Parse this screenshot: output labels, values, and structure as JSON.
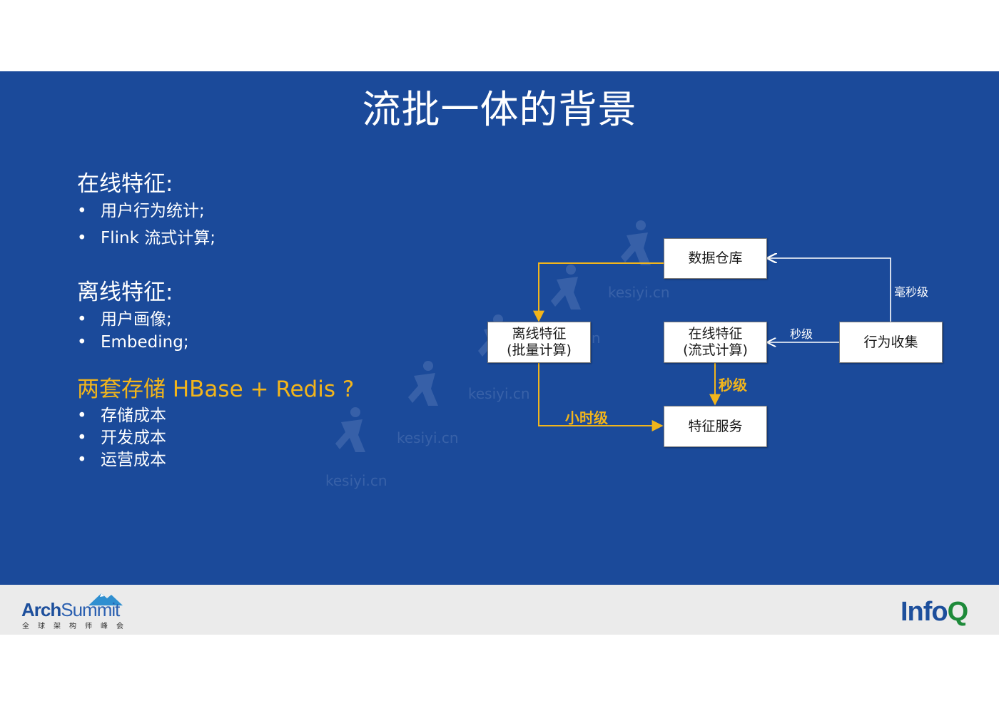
{
  "slide": {
    "title": "流批一体的背景",
    "sections": [
      {
        "heading": "在线特征:",
        "items": [
          "用户行为统计;",
          "Flink 流式计算;"
        ]
      },
      {
        "heading": "离线特征:",
        "items": [
          "用户画像;",
          "Embeding;"
        ]
      },
      {
        "heading": "两套存储 HBase + Redis ?",
        "items": [
          "存储成本",
          "开发成本",
          "运营成本"
        ],
        "heading_color": "#f2b51b"
      }
    ],
    "bullet_char": "•"
  },
  "diagram": {
    "nodes": {
      "warehouse": {
        "lines": [
          "数据仓库"
        ]
      },
      "offline": {
        "lines": [
          "离线特征",
          "(批量计算)"
        ]
      },
      "online": {
        "lines": [
          "在线特征",
          "(流式计算)"
        ]
      },
      "collect": {
        "lines": [
          "行为收集"
        ]
      },
      "service": {
        "lines": [
          "特征服务"
        ]
      }
    },
    "edges": {
      "collect_to_warehouse": "毫秒级",
      "collect_to_online": "秒级",
      "online_to_service": "秒级",
      "offline_to_service": "小时级"
    }
  },
  "watermark": "kesiyi.cn",
  "footer": {
    "left_logo": {
      "part1": "Arch",
      "part2": "Summit",
      "subtitle": "全球架构师峰会"
    },
    "right_logo": {
      "part1": "Info",
      "part2": "Q"
    }
  },
  "colors": {
    "background": "#1b4a9a",
    "accent": "#f2b51b",
    "footer": "#ebebeb"
  }
}
